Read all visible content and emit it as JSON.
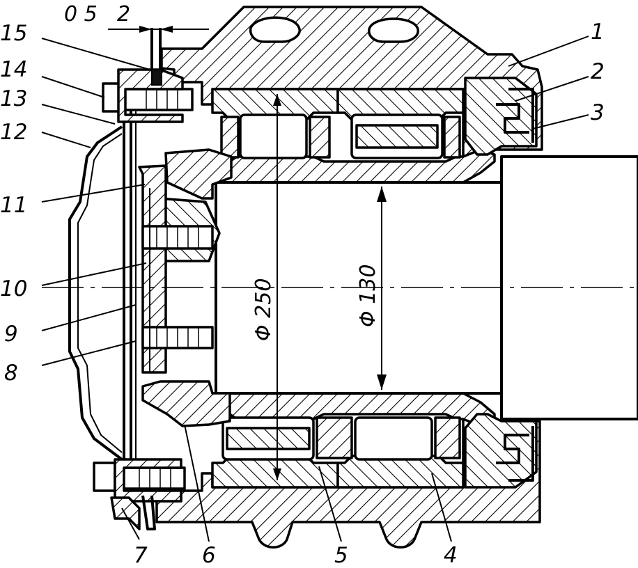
{
  "labels": {
    "l1": "1",
    "l2": "2",
    "l3": "3",
    "l4": "4",
    "l5": "5",
    "l6": "6",
    "l7": "7",
    "l8": "8",
    "l9": "9",
    "l10": "10",
    "l11": "11",
    "l12": "12",
    "l13": "13",
    "l14": "14",
    "l15": "15"
  },
  "dimensions": {
    "gap_a": "0 5",
    "gap_b": "2",
    "outer_diameter": "Φ 250",
    "bore_diameter": "Φ 130"
  }
}
